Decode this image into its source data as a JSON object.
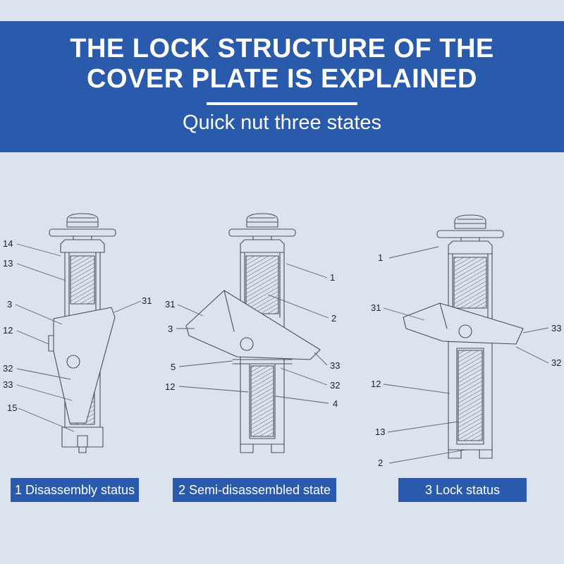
{
  "colors": {
    "background": "#dbe4ee",
    "banner_blue": "#2a5aab",
    "text_white": "#ffffff",
    "line_gray": "#4a4f55"
  },
  "banner": {
    "title_line1": "THE LOCK STRUCTURE OF THE",
    "title_line2": "COVER PLATE IS EXPLAINED",
    "subtitle": "Quick nut three states"
  },
  "diagrams": [
    {
      "id": "disassembly",
      "caption": "1 Disassembly status",
      "labels": {
        "n14": "14",
        "n13": "13",
        "n3": "3",
        "n12": "12",
        "n32": "32",
        "n33": "33",
        "n15": "15",
        "n31": "31"
      }
    },
    {
      "id": "semi_disassembled",
      "caption": "2 Semi-disassembled state",
      "labels": {
        "n31": "31",
        "n3": "3",
        "n5": "5",
        "n12": "12",
        "n1": "1",
        "n2": "2",
        "n33": "33",
        "n32": "32",
        "n4": "4"
      }
    },
    {
      "id": "lock",
      "caption": "3 Lock status",
      "labels": {
        "n1": "1",
        "n31": "31",
        "n12": "12",
        "n13": "13",
        "n2": "2",
        "n33": "33",
        "n32": "32"
      }
    }
  ]
}
